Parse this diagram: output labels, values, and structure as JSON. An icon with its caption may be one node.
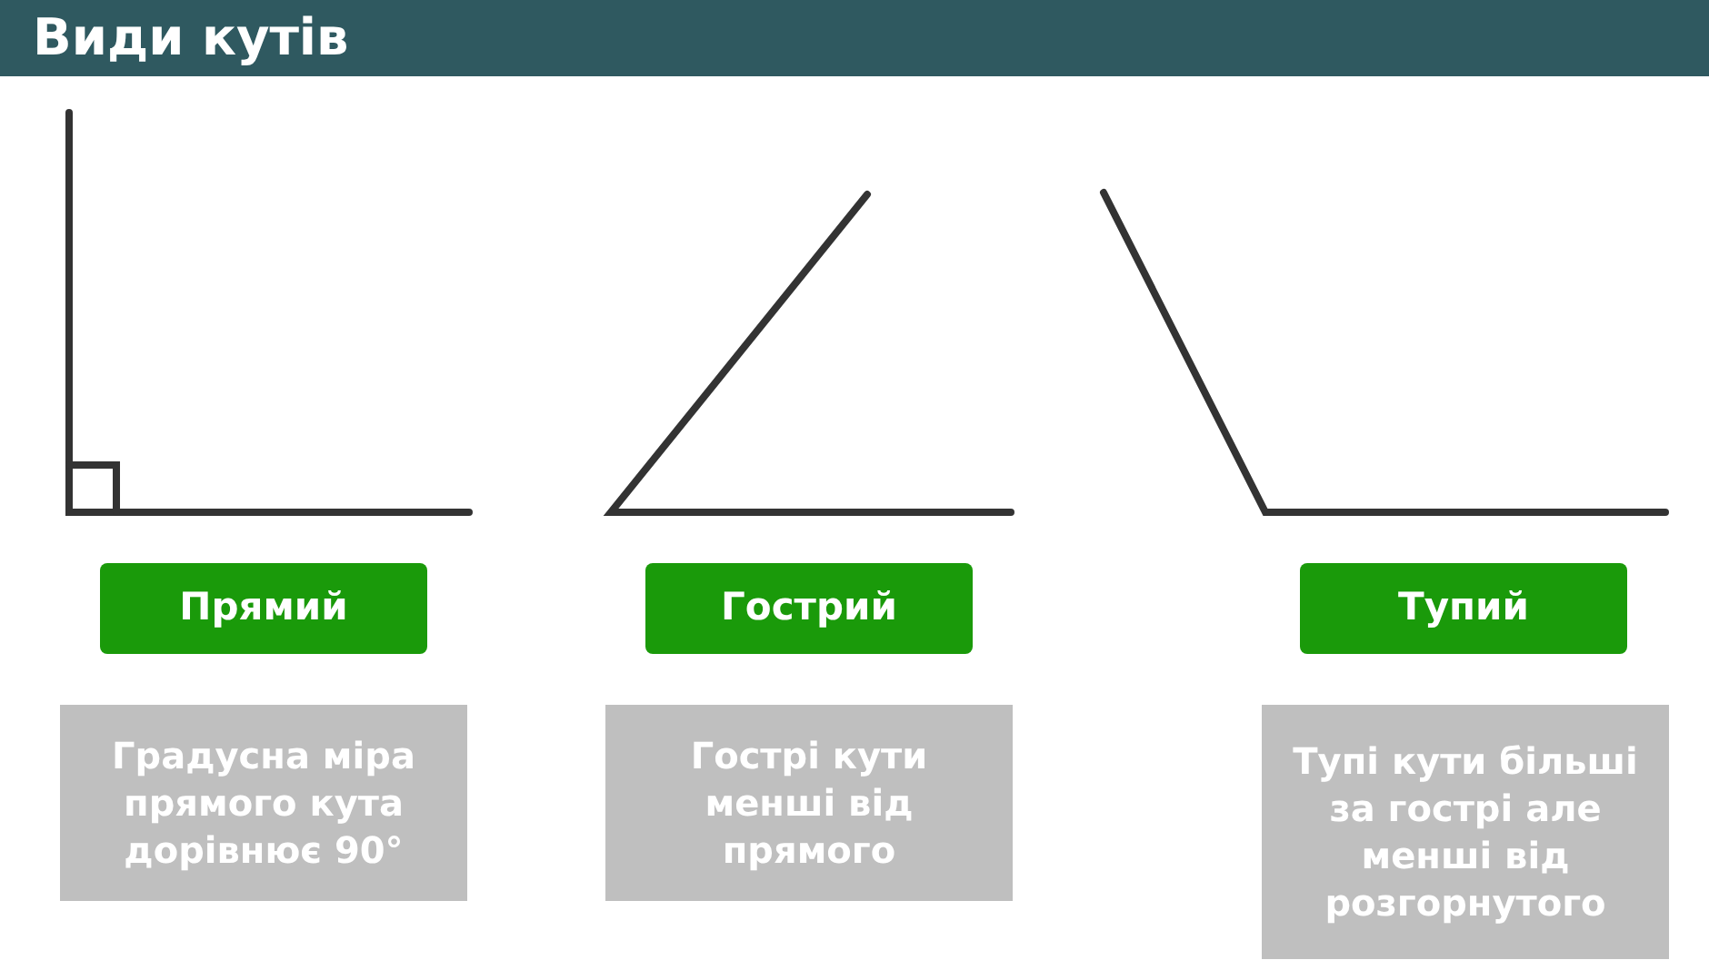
{
  "diagram": {
    "title": "Види кутів",
    "nodes": [
      {
        "text": [
          "Прямий"
        ]
      },
      {
        "text": [
          "Гострий"
        ]
      },
      {
        "text": [
          "Тупий"
        ]
      },
      {
        "text": [
          "Градусна міра прямого кута дорівнює 90°"
        ]
      },
      {
        "text": [
          "Гострі кути менші від прямого"
        ]
      },
      {
        "text": [
          "Тупі кути більші за гострі але менші від розгорнутого"
        ]
      }
    ],
    "edges": []
  }
}
